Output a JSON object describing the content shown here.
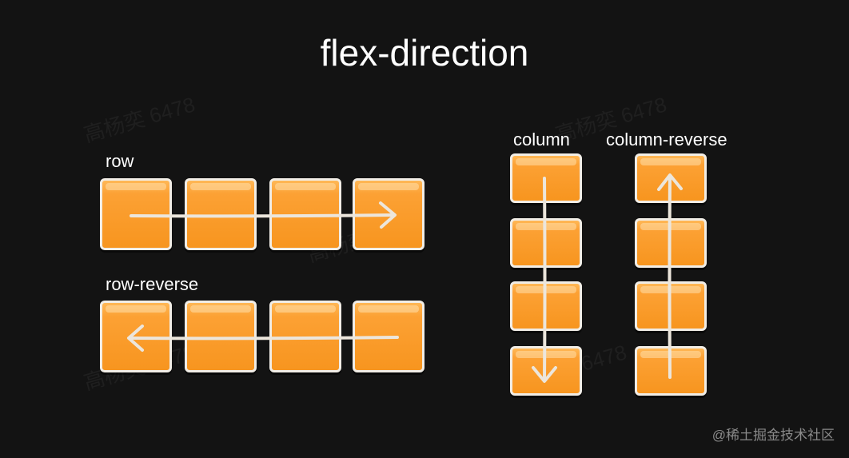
{
  "title": "flex-direction",
  "labels": {
    "row": "row",
    "row_reverse": "row-reverse",
    "column": "column",
    "column_reverse": "column-reverse"
  },
  "watermark": "高杨奕 6478",
  "credit": "@稀土掘金技术社区",
  "colors": {
    "background": "#131313",
    "box_fill": "#f7951f",
    "box_highlight": "#ffb857",
    "box_border": "#f1ede6",
    "arrow": "#ece6dc",
    "text": "#ffffff"
  }
}
